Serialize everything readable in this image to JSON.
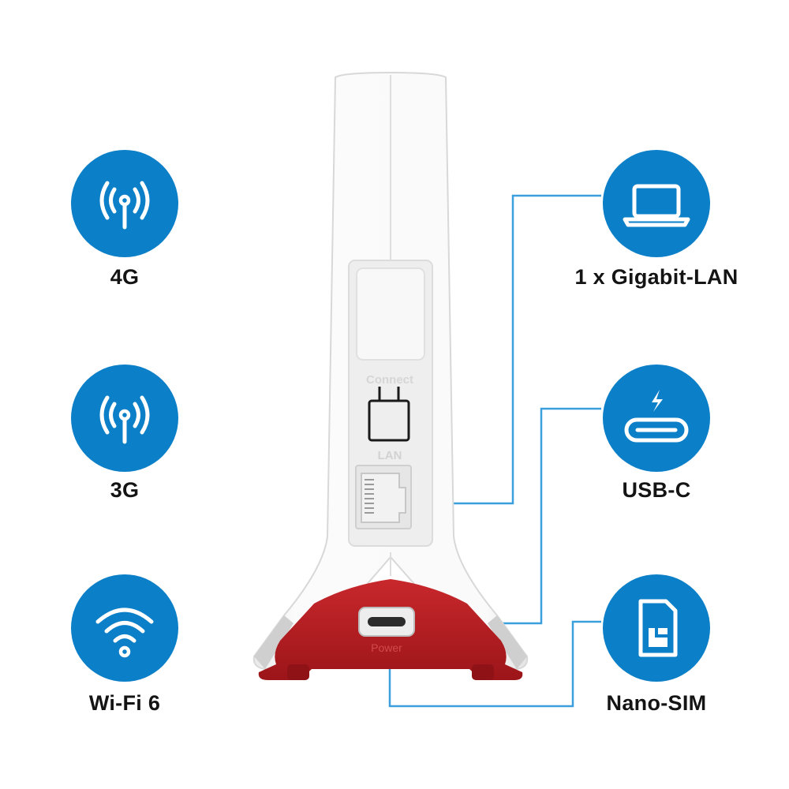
{
  "features_left": [
    {
      "label": "4G",
      "icon": "antenna-signal-icon"
    },
    {
      "label": "3G",
      "icon": "antenna-signal-icon"
    },
    {
      "label": "Wi-Fi 6",
      "icon": "wifi-icon"
    }
  ],
  "features_right": [
    {
      "label": "1 x Gigabit-LAN",
      "icon": "laptop-icon"
    },
    {
      "label": "USB-C",
      "icon": "usb-c-charging-icon"
    },
    {
      "label": "Nano-SIM",
      "icon": "sim-card-icon"
    }
  ],
  "device": {
    "connect_label": "Connect",
    "lan_label": "LAN",
    "power_label": "Power"
  },
  "colors": {
    "badge_blue": "#0b7fc7",
    "callout_line": "#3a9fdc",
    "device_white": "#f4f4f4",
    "base_red": "#b81e22",
    "text": "#141414"
  }
}
